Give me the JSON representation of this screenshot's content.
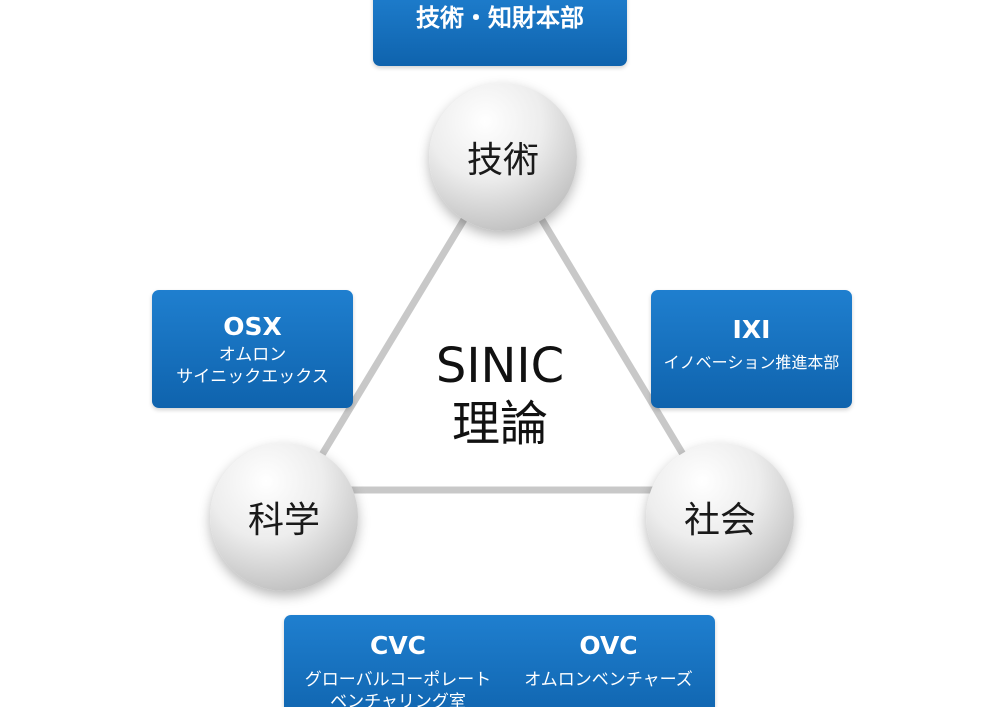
{
  "center": {
    "line1": "SINIC",
    "line2": "理論"
  },
  "nodes": {
    "technology": "技術",
    "science": "科学",
    "society": "社会"
  },
  "boxes": {
    "top": {
      "title": "技術・知財本部"
    },
    "left": {
      "title": "OSX",
      "sub1": "オムロン",
      "sub2": "サイニックエックス"
    },
    "right": {
      "title": "IXI",
      "sub1": "イノベーション推進本部"
    },
    "bottom_left": {
      "title": "CVC",
      "sub1": "グローバルコーポレート",
      "sub2": "ベンチャリング室"
    },
    "bottom_right": {
      "title": "OVC",
      "sub1": "オムロンベンチャーズ"
    }
  },
  "colors": {
    "box_blue": "#1068b5",
    "triangle_line": "#c8c8c8",
    "circle_gray": "#d5d5d5"
  }
}
